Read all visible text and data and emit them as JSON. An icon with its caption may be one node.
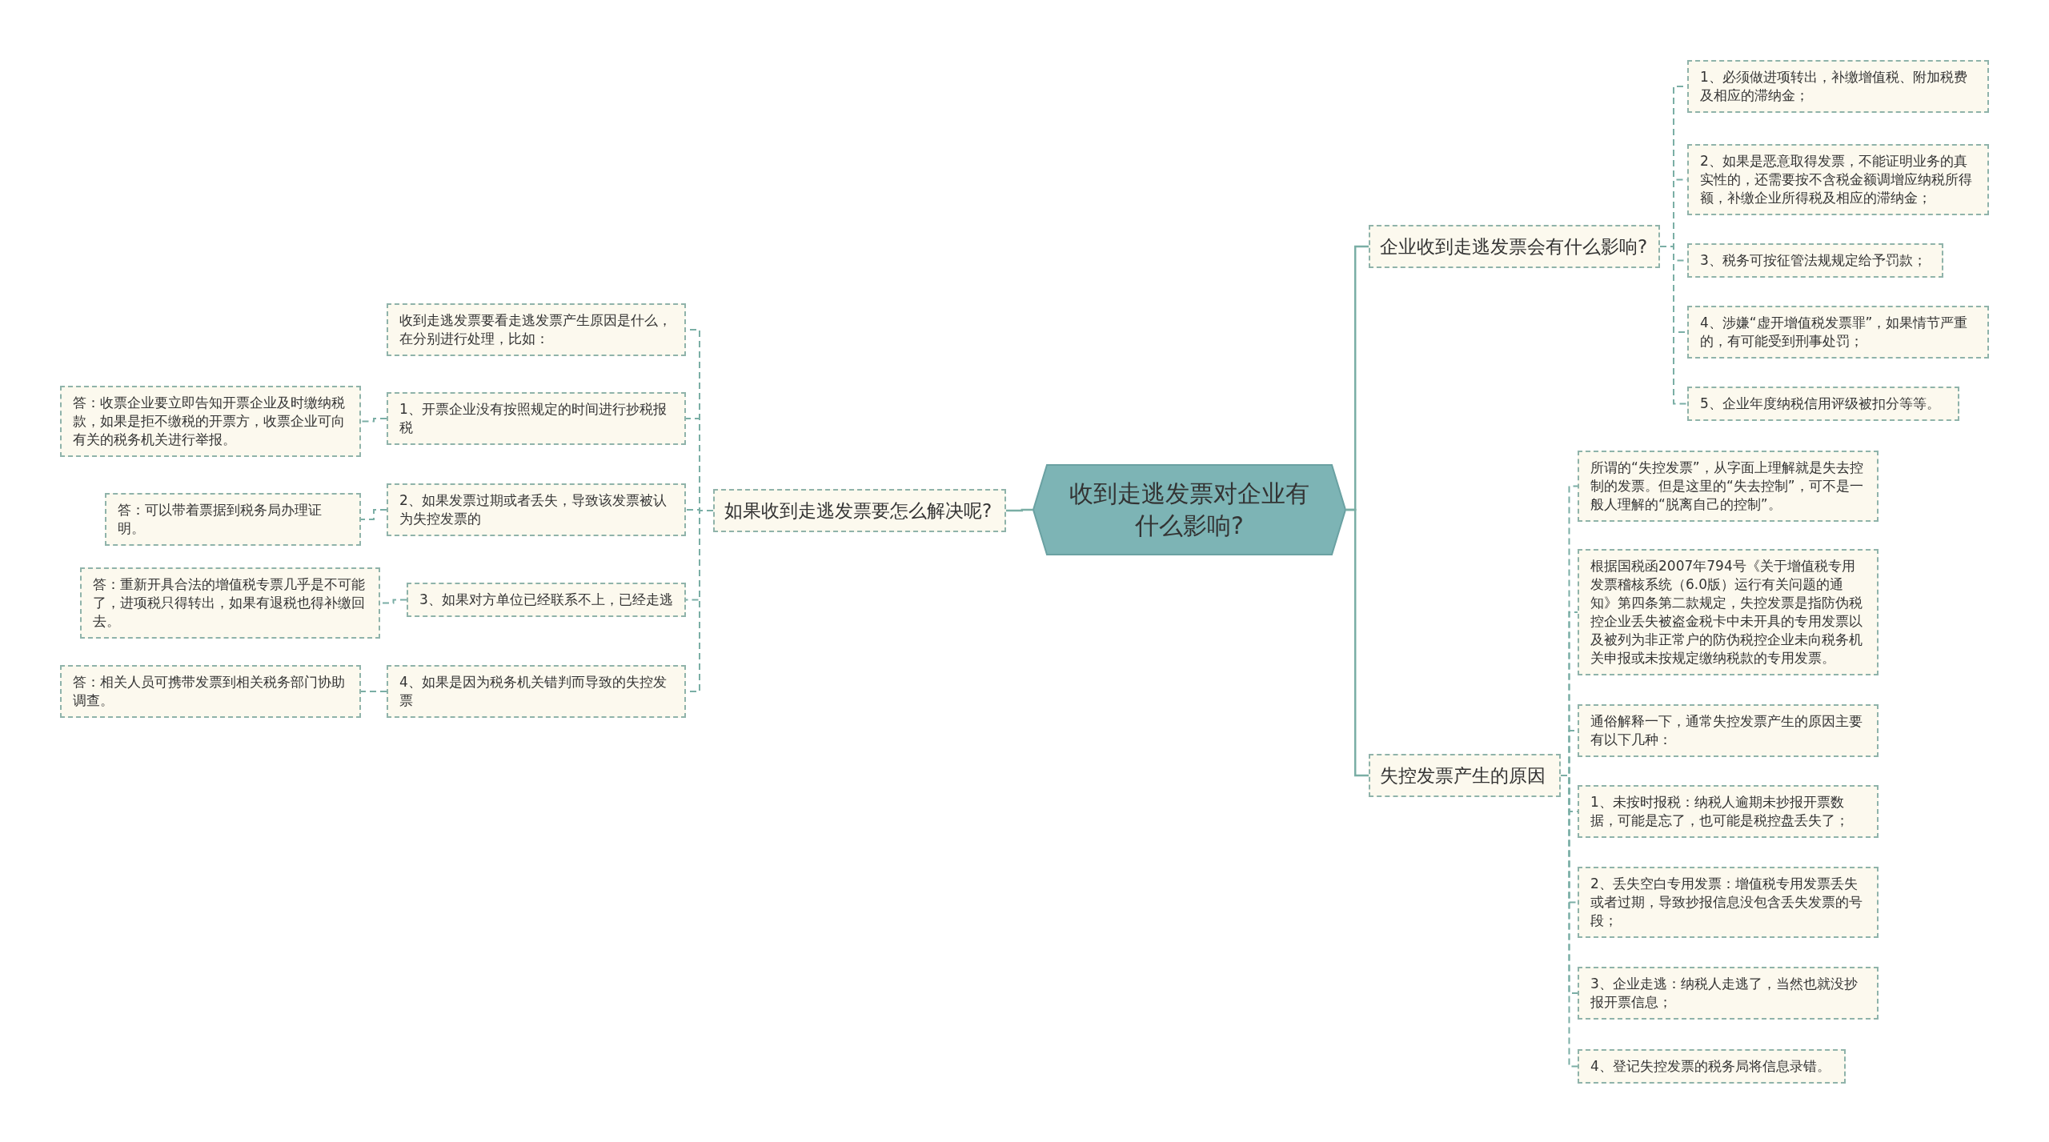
{
  "diagram": {
    "nodes": [
      {
        "text": [
          "收到走逃发票对企业有什么影响?"
        ]
      },
      {
        "text": [
          "企业收到走逃发票会有什么影响?"
        ]
      },
      {
        "text": [
          "1、必须做进项转出，补缴增值税、附加税费及相应的滞纳金；"
        ]
      },
      {
        "text": [
          "2、如果是恶意取得发票，不能证明业务的真实性的，还需要按不含税金额调增应纳税所得额，补缴企业所得税及相应的滞纳金；"
        ]
      },
      {
        "text": [
          "3、税务可按征管法规规定给予罚款；"
        ]
      },
      {
        "text": [
          "4、涉嫌“虚开增值税发票罪”，如果情节严重的，有可能受到刑事处罚；"
        ]
      },
      {
        "text": [
          "5、企业年度纳税信用评级被扣分等等。"
        ]
      },
      {
        "text": [
          "失控发票产生的原因"
        ]
      },
      {
        "text": [
          "所谓的“失控发票”，从字面上理解就是失去控制的发票。但是这里的“失去控制”，可不是一般人理解的“脱离自己的控制”。"
        ]
      },
      {
        "text": [
          "根据国税函2007年794号《关于增值税专用发票稽核系统（6.0版）运行有关问题的通知》第四条第二款规定，失控发票是指防伪税控企业丢失被盗金税卡中未开具的专用发票以及被列为非正常户的防伪税控企业未向税务机关申报或未按规定缴纳税款的专用发票。"
        ]
      },
      {
        "text": [
          "通俗解释一下，通常失控发票产生的原因主要有以下几种："
        ]
      },
      {
        "text": [
          "1、未按时报税：纳税人逾期未抄报开票数据，可能是忘了，也可能是税控盘丢失了；"
        ]
      },
      {
        "text": [
          "2、丢失空白专用发票：增值税专用发票丢失或者过期，导致抄报信息没包含丢失发票的号段；"
        ]
      },
      {
        "text": [
          "3、企业走逃：纳税人走逃了，当然也就没抄报开票信息；"
        ]
      },
      {
        "text": [
          "4、登记失控发票的税务局将信息录错。"
        ]
      },
      {
        "text": [
          "如果收到走逃发票要怎么解决呢?"
        ]
      },
      {
        "text": [
          "收到走逃发票要看走逃发票产生原因是什么，在分别进行处理，比如："
        ]
      },
      {
        "text": [
          "1、开票企业没有按照规定的时间进行抄税报税"
        ]
      },
      {
        "text": [
          "答：收票企业要立即告知开票企业及时缴纳税款，如果是拒不缴税的开票方，收票企业可向有关的税务机关进行举报。"
        ]
      },
      {
        "text": [
          "2、如果发票过期或者丢失，导致该发票被认为失控发票的"
        ]
      },
      {
        "text": [
          "答：可以带着票据到税务局办理证明。"
        ]
      },
      {
        "text": [
          "3、如果对方单位已经联系不上，已经走逃"
        ]
      },
      {
        "text": [
          "答：重新开具合法的增值税专票几乎是不可能了，进项税只得转出，如果有退税也得补缴回去。"
        ]
      },
      {
        "text": [
          "4、如果是因为税务机关错判而导致的失控发票"
        ]
      },
      {
        "text": [
          "答：相关人员可携带发票到相关税务部门协助调查。"
        ]
      }
    ],
    "edges": [
      {
        "from": 0,
        "to": 1,
        "arrow": "none"
      },
      {
        "from": 1,
        "to": 2,
        "arrow": "none",
        "style": "dashed"
      },
      {
        "from": 1,
        "to": 3,
        "arrow": "none",
        "style": "dashed"
      },
      {
        "from": 1,
        "to": 4,
        "arrow": "none",
        "style": "dashed"
      },
      {
        "from": 1,
        "to": 5,
        "arrow": "none",
        "style": "dashed"
      },
      {
        "from": 1,
        "to": 6,
        "arrow": "none",
        "style": "dashed"
      },
      {
        "from": 0,
        "to": 7,
        "arrow": "none"
      },
      {
        "from": 7,
        "to": 8,
        "arrow": "none",
        "style": "dashed"
      },
      {
        "from": 7,
        "to": 9,
        "arrow": "none",
        "style": "dashed"
      },
      {
        "from": 7,
        "to": 10,
        "arrow": "none",
        "style": "dashed"
      },
      {
        "from": 7,
        "to": 11,
        "arrow": "none",
        "style": "dashed"
      },
      {
        "from": 7,
        "to": 12,
        "arrow": "none",
        "style": "dashed"
      },
      {
        "from": 7,
        "to": 13,
        "arrow": "none",
        "style": "dashed"
      },
      {
        "from": 7,
        "to": 14,
        "arrow": "none",
        "style": "dashed"
      },
      {
        "from": 0,
        "to": 15,
        "arrow": "none"
      },
      {
        "from": 15,
        "to": 16,
        "arrow": "none",
        "style": "dashed"
      },
      {
        "from": 15,
        "to": 17,
        "arrow": "none",
        "style": "dashed"
      },
      {
        "from": 15,
        "to": 19,
        "arrow": "none",
        "style": "dashed"
      },
      {
        "from": 15,
        "to": 21,
        "arrow": "none",
        "style": "dashed"
      },
      {
        "from": 15,
        "to": 23,
        "arrow": "none",
        "style": "dashed"
      },
      {
        "from": 17,
        "to": 18,
        "arrow": "none",
        "style": "dashed"
      },
      {
        "from": 19,
        "to": 20,
        "arrow": "none",
        "style": "dashed"
      },
      {
        "from": 21,
        "to": 22,
        "arrow": "none",
        "style": "dashed"
      },
      {
        "from": 23,
        "to": 24,
        "arrow": "none",
        "style": "dashed"
      }
    ]
  }
}
